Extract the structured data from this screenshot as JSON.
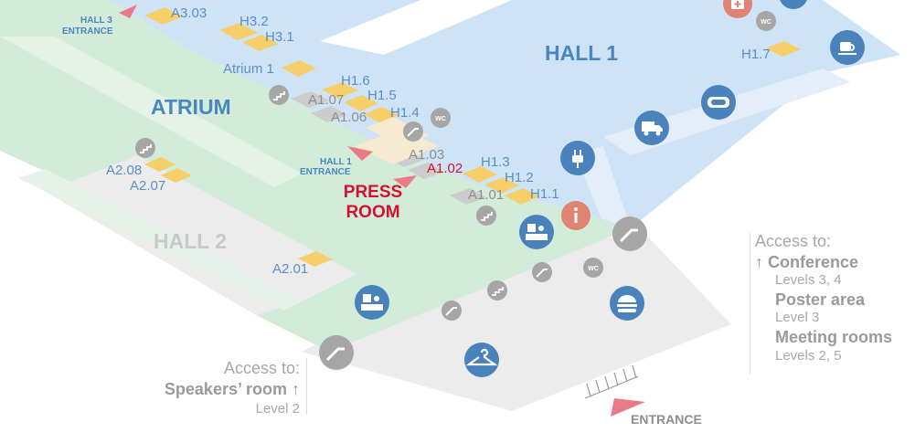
{
  "zones": {
    "hall1": "HALL 1",
    "atrium": "ATRIUM",
    "hall2": "HALL 2"
  },
  "entrances": {
    "hall3": [
      "HALL 3",
      "ENTRANCE"
    ],
    "hall1": [
      "HALL 1",
      "ENTRANCE"
    ],
    "main": "ENTRANCE"
  },
  "press_room": [
    "PRESS",
    "ROOM"
  ],
  "rooms": {
    "a303": "A3.03",
    "h32": "H3.2",
    "h31": "H3.1",
    "atrium1": "Atrium 1",
    "h16": "H1.6",
    "a107": "A1.07",
    "h15": "H1.5",
    "a106": "A1.06",
    "h14": "H1.4",
    "h17": "H1.7",
    "a103": "A1.03",
    "a102": "A1.02",
    "h13": "H1.3",
    "h12": "H1.2",
    "a101": "A1.01",
    "h11": "H1.1",
    "a208": "A2.08",
    "a207": "A2.07",
    "a201": "A2.01"
  },
  "wc": "WC",
  "access_right": {
    "title": "Access to:",
    "items": [
      {
        "name": "Conference",
        "levels": "Levels 3, 4"
      },
      {
        "name": "Poster area",
        "levels": "Level 3"
      },
      {
        "name": "Meeting rooms",
        "levels": "Levels 2, 5"
      }
    ]
  },
  "access_left": {
    "title": "Access to:",
    "item": "Speakers’ room",
    "levels": "Level 2"
  },
  "arrow_up": "↑",
  "colors": {
    "hall1": "#cfe3f7",
    "atrium": "#d3ebd9",
    "hall2": "#e9e9e9",
    "room": "#f6cf6b",
    "icon_blue": "#4a82bb",
    "icon_gray": "#a6a6a6",
    "info": "#e08373",
    "entrance_arrow": "#ea7a8a",
    "red_text": "#d6112f"
  }
}
